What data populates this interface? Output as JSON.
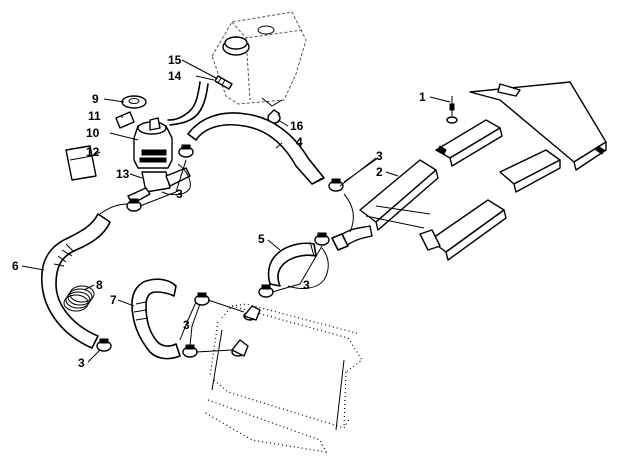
{
  "callouts": {
    "c1": "1",
    "c2": "2",
    "c3a": "3",
    "c3b": "3",
    "c3c": "3",
    "c3d": "3",
    "c3e": "3",
    "c4": "4",
    "c5": "5",
    "c6": "6",
    "c7": "7",
    "c8": "8",
    "c9": "9",
    "c10": "10",
    "c11": "11",
    "c12": "12",
    "c13": "13",
    "c14": "14",
    "c15": "15",
    "c16": "16"
  }
}
